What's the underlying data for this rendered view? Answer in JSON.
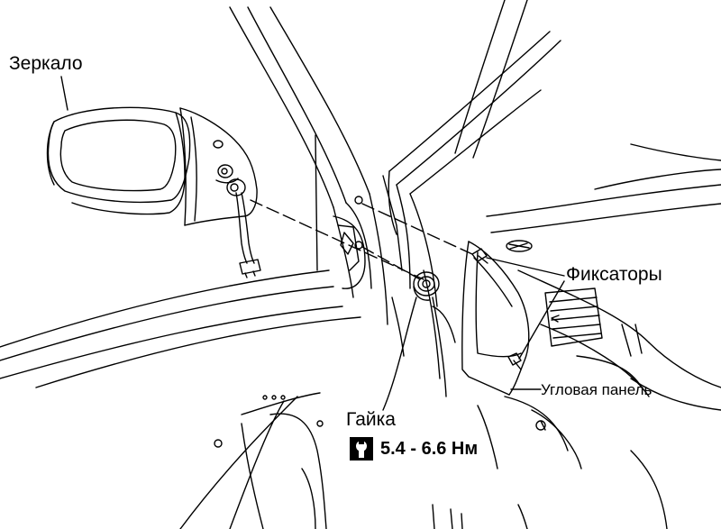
{
  "labels": {
    "mirror": "Зеркало",
    "clips": "Фиксаторы",
    "corner_panel": "Угловая панель",
    "nut": "Гайка"
  },
  "torque": {
    "icon": "torque-wrench-icon",
    "value": "5.4 - 6.6 Нм"
  },
  "colors": {
    "line": "#000000",
    "background": "#ffffff"
  }
}
